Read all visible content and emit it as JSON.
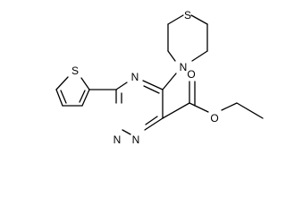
{
  "molecule": {
    "atoms": {
      "thiomorpholine_S": "S",
      "thiomorpholine_N": "N",
      "triazine_N4": "N",
      "triazine_N1": "N",
      "triazine_N2": "N",
      "thiophene_S": "S",
      "carbonyl_O": "O",
      "ester_O": "O"
    }
  }
}
